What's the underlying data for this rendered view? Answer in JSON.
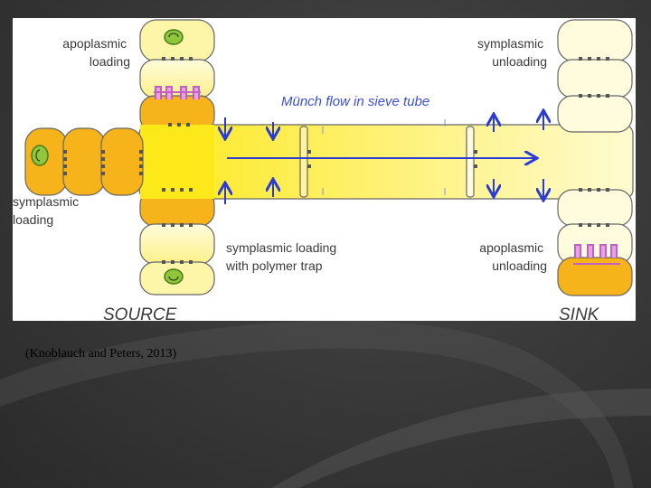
{
  "figure": {
    "labels": {
      "apoplasmic_loading": [
        "apoplasmic",
        "loading"
      ],
      "symplasmic_unloading": [
        "symplasmic",
        "unloading"
      ],
      "symplasmic_loading": [
        "symplasmic",
        "loading"
      ],
      "polymer_trap": [
        "symplasmic loading",
        "with polymer trap"
      ],
      "apoplasmic_unloading": [
        "apoplasmic",
        "unloading"
      ],
      "munch_flow": "Münch flow in sieve tube",
      "source": "SOURCE",
      "sink": "SINK"
    },
    "colors": {
      "tube": "#fef21c",
      "source_cell": "#f6b31a",
      "pale_cell": "#fdf6a8",
      "arrow": "#2b3bd6",
      "transporter": "#d88ad8",
      "plastid": "#8fc63b"
    }
  },
  "caption": "(Knoblauch and Peters, 2013)"
}
